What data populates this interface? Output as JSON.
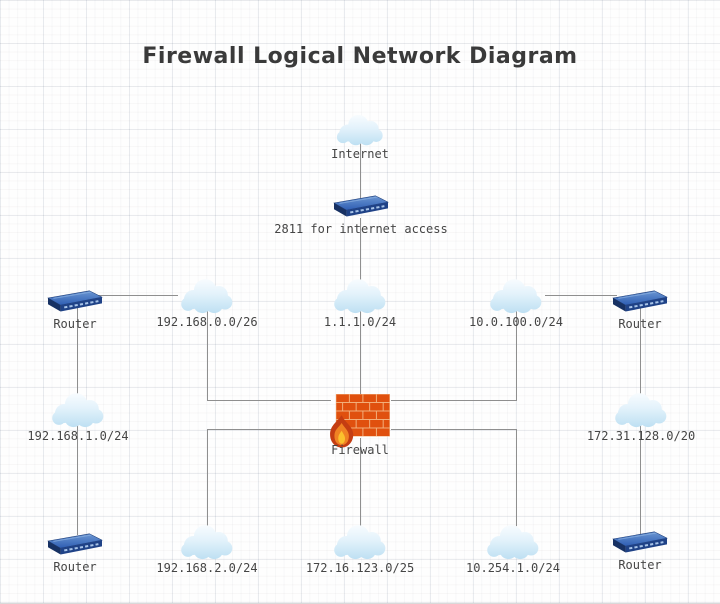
{
  "title": "Firewall Logical Network Diagram",
  "diagram": {
    "nodes": {
      "internet": {
        "label": "Internet",
        "type": "cloud",
        "icon": "cloud-icon"
      },
      "router_2811": {
        "label": "2811 for internet access",
        "type": "router",
        "icon": "router-icon"
      },
      "router_top_left": {
        "label": "Router",
        "type": "router",
        "icon": "router-icon"
      },
      "net_192_168_0": {
        "label": "192.168.0.0/26",
        "type": "cloud",
        "icon": "cloud-icon"
      },
      "net_1_1_1": {
        "label": "1.1.1.0/24",
        "type": "cloud",
        "icon": "cloud-icon"
      },
      "net_10_0_100": {
        "label": "10.0.100.0/24",
        "type": "cloud",
        "icon": "cloud-icon"
      },
      "router_top_right": {
        "label": "Router",
        "type": "router",
        "icon": "router-icon"
      },
      "net_192_168_1": {
        "label": "192.168.1.0/24",
        "type": "cloud",
        "icon": "cloud-icon"
      },
      "firewall": {
        "label": "Firewall",
        "type": "firewall",
        "icon": "firewall-brick-icon"
      },
      "net_172_31_128": {
        "label": "172.31.128.0/20",
        "type": "cloud",
        "icon": "cloud-icon"
      },
      "router_bottom_left": {
        "label": "Router",
        "type": "router",
        "icon": "router-icon"
      },
      "net_192_168_2": {
        "label": "192.168.2.0/24",
        "type": "cloud",
        "icon": "cloud-icon"
      },
      "net_172_16_123": {
        "label": "172.16.123.0/25",
        "type": "cloud",
        "icon": "cloud-icon"
      },
      "net_10_254_1": {
        "label": "10.254.1.0/24",
        "type": "cloud",
        "icon": "cloud-icon"
      },
      "router_bottom_right": {
        "label": "Router",
        "type": "router",
        "icon": "router-icon"
      }
    },
    "edges": [
      {
        "from": "internet",
        "to": "router_2811"
      },
      {
        "from": "router_2811",
        "to": "net_1_1_1"
      },
      {
        "from": "net_1_1_1",
        "to": "firewall"
      },
      {
        "from": "router_top_left",
        "to": "net_192_168_0"
      },
      {
        "from": "net_192_168_0",
        "to": "firewall"
      },
      {
        "from": "net_10_0_100",
        "to": "router_top_right"
      },
      {
        "from": "net_10_0_100",
        "to": "firewall"
      },
      {
        "from": "router_top_left",
        "to": "net_192_168_1"
      },
      {
        "from": "net_192_168_1",
        "to": "router_bottom_left"
      },
      {
        "from": "router_top_right",
        "to": "net_172_31_128"
      },
      {
        "from": "net_172_31_128",
        "to": "router_bottom_right"
      },
      {
        "from": "firewall",
        "to": "net_192_168_2"
      },
      {
        "from": "firewall",
        "to": "net_172_16_123"
      },
      {
        "from": "firewall",
        "to": "net_10_254_1"
      }
    ],
    "colors": {
      "title_text": "#3a3a3a",
      "label_text": "#454545",
      "connector": "#8f8f8f",
      "cloud_fill": "#d9ecf8",
      "router_fill": "#2a55a0",
      "firewall_brick": "#e0500e",
      "firewall_mortar": "#f2b27f",
      "flame_outer": "#c43d12",
      "flame_inner": "#fbc02d"
    }
  }
}
